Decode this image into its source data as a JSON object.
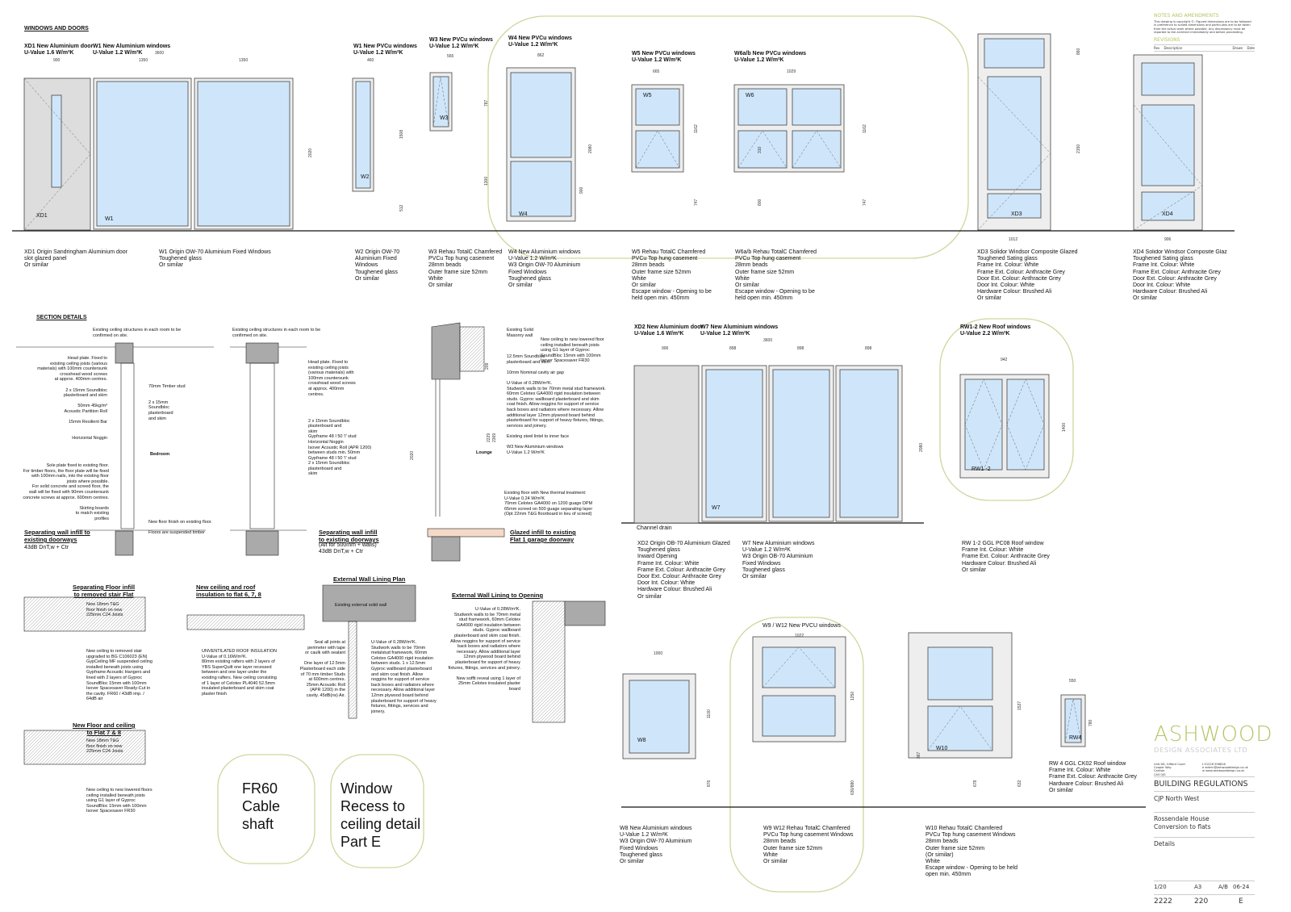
{
  "sheet": {
    "headings": {
      "windows_doors": "WINDOWS AND DOORS",
      "section_details": "SECTION DETAILS"
    },
    "top_labels": [
      {
        "id": "xd1",
        "head": "XD1 New Aluminium door\nU-Value 1.6 W/m²K",
        "desc": "XD1 Origin Sandringham Aluminium door\nslot glazed panel\nOr similar",
        "tag": "XD1"
      },
      {
        "id": "w1",
        "head": "W1 New Aluminium windows\nU-Value 1.2 W/m²K",
        "desc": "W1 Origin OW-70 Aluminium Fixed Windows\nToughened glass\nOr similar",
        "tag": "W1"
      },
      {
        "id": "w2",
        "head": "W1 New PVCu windows\nU-Value 1.2 W/m²K",
        "desc": "W2 Origin OW-70\nAluminium Fixed\nWindows\nToughened glass\nOr similar",
        "tag": "W2"
      },
      {
        "id": "w3",
        "head": "W3 New PVCu windows\nU-Value 1.2 W/m²K",
        "desc": "W3 Rehau TotalC Chamfered\nPVCu Top hung casement\n28mm beads\nOuter frame size 52mm\nWhite\nOr similar",
        "tag": "W3"
      },
      {
        "id": "w4",
        "head": "W4 New PVCu windows\nU-Value 1.2 W/m²K",
        "desc": "W4 New Aluminium windows\nU-Value 1.2 W/m²K\nW3 Origin OW-70 Aluminium\nFixed Windows\nToughened glass\nOr similar",
        "tag": "W4"
      },
      {
        "id": "w5",
        "head": "W5 New PVCu windows\nU-Value 1.2 W/m²K",
        "desc": "W5 Rehau TotalC Chamfered\nPVCu Top hung casement\n28mm beads\nOuter frame size 52mm\nWhite\nOr similar\nEscape window - Opening to be\nheld open min. 450mm",
        "tag": "W5"
      },
      {
        "id": "w6",
        "head": "W6a/b New PVCu windows\nU-Value 1.2 W/m²K",
        "desc": "W6a/b Rehau TotalC Chamfered\nPVCu Top hung casement\n28mm beads\nOuter frame size 52mm\nWhite\nOr similar\nEscape window - Opening to be\nheld open min. 450mm",
        "tag": "W6"
      },
      {
        "id": "xd3",
        "head": "",
        "desc": "XD3 Solidor Windsor Composite Glazed\nToughened Sating glass\nFrame Int. Colour: White\nFrame Ext. Colour: Anthracite Grey\nDoor Ext. Colour: Anthracite Grey\nDoor Int. Colour: White\nHardware Colour: Brushed Ali\nOr similar",
        "tag": "XD3"
      },
      {
        "id": "xd4",
        "head": "",
        "desc": "XD4 Solidor Windsor Composite Glaz\nToughened Sating glass\nFrame Int. Colour: White\nFrame Ext. Colour: Anthracite Grey\nDoor Ext. Colour: Anthracite Grey\nDoor Int. Colour: White\nHardware Colour: Brushed Ali\nOr similar",
        "tag": "XD4"
      }
    ],
    "dims": {
      "xd1": "900",
      "w1a": "1350",
      "w1b": "1350",
      "w1_total": "3600",
      "w2": "460",
      "w3": "565",
      "w4": "862",
      "w5": "665",
      "w6": "1029",
      "xd3": "1012",
      "xd4": "906",
      "h2020": "2020",
      "h1508": "1508",
      "h512": "512",
      "h787": "787",
      "h1300": "1300",
      "h2080": "2080",
      "h900": "900",
      "h1162": "1162",
      "h747": "747",
      "h310": "310",
      "h800": "800",
      "h860": "860",
      "h2150": "2150"
    },
    "row2": {
      "xd2_head": "XD2 New Aluminium door\nU-Value 1.6 W/m²K",
      "w7_head": "W7 New Aluminium windows\nU-Value 1.2 W/m²K",
      "total": "3600",
      "d906": "906",
      "d898a": "898",
      "d898b": "898",
      "d898c": "898",
      "h2080": "2080",
      "channel": "Channel drain",
      "w7_tag": "W7",
      "xd2_desc": "XD2 Origin OB-70 Aluminium Glazed\nToughened glass\nInward Opening\nFrame Int. Colour: White\nFrame Ext. Colour: Anthracite Grey\nDoor Ext. Colour: Anthracite Grey\nDoor Int. Colour: White\nHardware Colour: Brushed Ali\nOr similar",
      "w7_desc": "W7 New Aluminium windows\nU-Value 1.2 W/m²K\nW3 Origin OB-70 Aluminium\nFixed Windows\nToughened glass\nOr similar",
      "rw_head": "RW1-2 New Roof windows\nU-Value 2.2 W/m²K",
      "rw_w": "942",
      "rw_h": "1400",
      "rw_tag": "RW1 -2",
      "rw_desc": "RW 1-2 GGL PC08 Roof window\nFrame Int. Colour: White\nFrame Ext. Colour: Anthracite Grey\nHardware Colour: Brushed Ali\nOr similar"
    },
    "row3": {
      "w8_w": "1000",
      "w8_h": "1100",
      "w8_h2": "876",
      "w8_tag": "W8",
      "w8_desc": "W8 New Aluminium windows\nU-Value 1.2 W/m²K\nW3 Origin OW-70 Aluminium\nFixed Windows\nToughened glass\nOr similar",
      "w9_head": "W9 / W12 New PVCU windows",
      "w9_w": "1022",
      "w9_h": "1250",
      "w9_h2": "630/880",
      "w9_desc": "W9 W12 Rehau TotalC Chamfered\nPVCu Top hung casement Windows\n28mm beads\nOuter frame size 52mm\nWhite\nOr similar",
      "w10_tag": "W10",
      "w10_h": "1537",
      "w10_h2": "678",
      "w10_h3": "632",
      "w10_h4": "367",
      "w10_desc": "W10 Rehau TotalC Chamfered\nPVCu Top hung casement Windows\n28mm beads\nOuter frame size 52mm\n(Or similar)\nWhite\nEscape window - Opening to be held\nopen min. 450mm",
      "rw4_w": "550",
      "rw4_h": "780",
      "rw4_tag": "RW4",
      "rw4_desc": "RW 4 GGL CK02 Roof window\nFrame Int. Colour: White\nFrame Ext. Colour: Anthracite Grey\nHardware Colour: Brushed Ali\nOr similar"
    },
    "sections": {
      "s1_ceiling": "Existing ceiling structures in each room to be\nconfirmed on site.",
      "s1_left": "Head plate. Fixed to\nexisting ceiling joists (various\nmaterials) with 100mm countersunk\ncrosshead wood screws\nat approx. 400mm centres.\n\n2 x 15mm Soundbloc\nplasterboard and skim\n\n50mm 45kg/m³\nAcoustic Partition Roll\n\n15mm Resilient Bar\n\n\nHorizontal Noggin",
      "s1_right": "70mm Timber stud\n\n\n2 x 15mm\nSoundbloc\nplasterboard\nand skim",
      "s1_room": "Bedroom",
      "s1_sole": "Sole plate fixed to existing floor.\nFor timber floors, the floor plate will be fixed\nwith 100mm nails, into the existing floor\njoists where possible.\nFor solid concrete and screed floor, the\nwall will be fixed with 90mm countersunk\nconcrete screws at approx. 600mm centres.\n\nSkirting boards\nto match existing\nprofiles",
      "s1_floor": "New floor finish on existing floor.\n\nFloors are suspended timber",
      "s1_title": "Separating wall infill to\nexisting doorways",
      "s1_db": "43dB DnT,w + Ctr",
      "s2_ceiling": "Existing ceiling structures in each room to be\nconfirmed on site.",
      "s2_right": "Head plate. Fixed to\nexisting ceiling joists\n(various materials) with\n100mm countersunk\ncrosshead wood screws\nat approx. 400mm\ncentres.\n\n\n\n\n2 x 15mm Soundbloc\nplasterboard and\nskim\nGypframe 48 I 50 'I' stud\nHorizontal Noggin\nIsover Acoustic Roll (APR 1200)\nbetween studs min. 50mm\nGypframe 48 I 50 'I' stud\n2 x 15mm Soundbloc\nplasterboard and\nskim",
      "s2_title": "Separating wall infill\nto existing doorways",
      "s2_sub": "(Alt for 500mm + walls)",
      "s2_db": "43dB DnT,w + Ctr",
      "s3_notes": "Existing Solid\nMasonry wall\n\n\n\n12.5mm Soundbloc\nplasterboard and skim\n\n10mm Nominal cavity air gap\n\nU-Value of 0.28W/m²K.\nStudwork walls to be 70mm metal stud framework.\n60mm Celotex GA4000 rigid insulation between\nstuds. Gyproc wallboard plasterboard and skim\ncoat finish. Allow noggins for support of service\nback boxes and radiators where necessary. Allow\nadditional layer 12mm plywood board behind\nplasterboard for support of heavy fixtures, fittings,\nservices and joinery.\n\nExisting steel lintel to inner face\n\nW3 New Aluminium windows\nU-Value 1.2 W/m²K",
      "s3_ceiling": "New ceiling to new lowered floor\nceiling installed beneath joists\nusing G1 layer of Gyproc\nSoundBloc 15mm with 100mm\nIsover Spacesaver FR30",
      "s3_floor": "Existing floor with New thermal treatment:\nU-Value 0.24 W/m²K\n70mm Celotex GA4000 on 1200 guage DPM\n65mm screed on 500 guage separating layer\n(Opt 22mm T&G floorboard in lieu of screed)",
      "s3_room": "Lounge",
      "s3_h": "2020",
      "s3_h2": "2229",
      "s3_h3": "2369",
      "s3_h4": "209",
      "s3_title": "Glazed infill to existing\nFlat 1 garage doorway",
      "s4_title": "Separating Floor infill\nto removed stair Flat",
      "s4_a": "New 18mm T&G\nfloor finish on new\n225mm C24 Joists",
      "s4_b": "New ceiling to removed stair\nupgraded to BG C106023 (EN)\nGypCeiling MF suspended ceiling\ninstalled beneath joists using\nGypframe Acoustic Hangers and\nlined with 2 layers of Gyproc\nSoundBloc 15mm with 100mm\nIsover Spacesaver Ready-Cut in\nthe cavity. FR60 / 43dB imp. /\n64dB air",
      "s5_title": "New ceiling and roof\ninsulation to flat 6, 7, 8",
      "s5_text": "UNVENTILATED ROOF INSULATION\nU-Value of 0.16W/m²K.\n80mm existing rafters with 2 layers of\nYBS SuperQuilt one layer recessed\nbetween and one layer under the\nexisting rafters. New ceiling consisting\nof 1 layer of Celotex PL4040 52.5mm\ninsulated plasterboard and skim coat\nplaster finish",
      "s6_title": "External Wall Lining Plan",
      "s6_wall": "Existing external solid wall",
      "s6_left": "Seal all joints at\nperimeter with tape\nor caulk with sealant\n\nOne layer of 12.5mm\nPlasterboard each side\nof 70 mm timber Studs\nat 600mm centres.\n25mm Acoustic Roll\n(APR 1200) in the\ncavity. 45dB(rw) Air.",
      "s6_right": "U-Value of 0.28W/m²K.\nStudwork walls to be 70mm\nmetalstud framework, 60mm\nCelotex GA4000 rigid insulation\nbetween studs. 1 x 12.5mm\nGyproc wallboard plasterboard\nand skim coat finish. Allow\nnoggins for support of service\nback boxes and radiators where\nnecessary. Allow additional layer\n12mm plywood board behind\nplasterboard for support of heavy\nfixtures, fittings, services and\njoinery.",
      "s7_title": "External Wall Lining to Opening",
      "s7_text": "U-Value of 0.28W/m²K.\nStudwork walls to be 70mm metal\nstud framework, 60mm Celotex\nGA4000 rigid insulation between\nstuds. Gyproc wallboard\nplasterboard and skim coat finish.\nAllow noggins for support of service\nback boxes and radiators where\nnecessary. Allow additional layer\n12mm plywood board behind\nplasterboard for support of heavy\nfixtures, fittings, services and joinery.\n\nNew soffit reveal using 1 layer of\n25mm Celotex insulated plaster\nboard",
      "s8_title": "New Floor and ceiling\nto Flat 7 & 8",
      "s8_a": "New 18mm T&G\nfloor finish on new\n225mm C24 Joists",
      "s8_b": "New ceiling to new lowered floors\nceiling installed beneath joists\nusing G1 layer of Gyproc\nSoundBloc 15mm with 100mm\nIsover Spacesaver FR30"
    },
    "cloud_notes": {
      "fr60": "FR60\nCable\nshaft",
      "recess": "Window\nRecess to\nceiling detail\nPart E"
    }
  },
  "title_block": {
    "notes_heading": "NOTES AND AMENDMENTS",
    "notes_text": "This drawing is copyright ©. Figured dimensions are to be followed in preference to scaled dimensions and particulars are to be taken from the actual work where possible. Any discrepancy must be reported to the architect immediately and before proceeding.",
    "revisions_heading": "REVISIONS",
    "rev_cols": [
      "Rev",
      "Description",
      "Drawn",
      "Date"
    ],
    "logo": "ASHWOOD",
    "logo_sub": "DESIGN ASSOCIATES LTD",
    "address": "Unit D6, Gifford Court\nCooper Way\nCarlisle\nCA3 0JG",
    "contact": "t  01228 598616\ne  admin@ashwooddesign.co.uk\nw  www.ashwooddesign.co.uk",
    "purpose": "BUILDING REGULATIONS",
    "client": "CJP North West",
    "project": "Rossendale House\nConversion to flats",
    "title": "Details",
    "scale": "1/20",
    "sheet": "A3",
    "drawn": "A/B",
    "date": "06-24",
    "project_no": "2222",
    "drawing_no": "220",
    "revision": "E",
    "accent": "#b5c565"
  }
}
